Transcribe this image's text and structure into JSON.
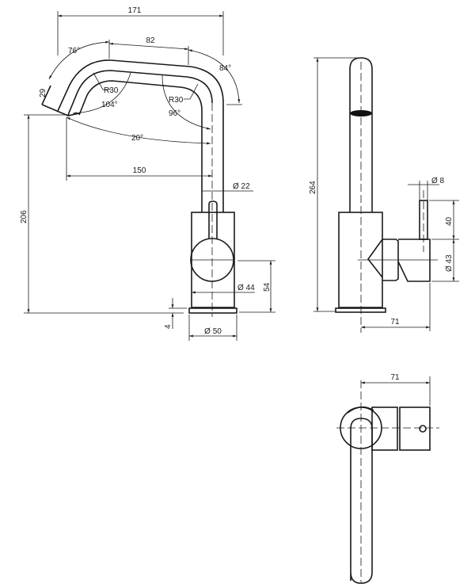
{
  "front_view": {
    "dim_overall_width": "171",
    "dim_top_straight": "82",
    "angle_left_bend": "76°",
    "angle_right_bend": "84°",
    "dim_spout_end": "29",
    "radius_left": "R30",
    "radius_right": "R30",
    "angle_inner_left": "104°",
    "angle_inner_right": "96°",
    "angle_spout": "20°",
    "dim_reach": "150",
    "dim_tube_diameter": "Ø 22",
    "dim_height": "206",
    "dim_body_diameter": "Ø 44",
    "dim_handle_height": "54",
    "dim_base_thickness": "4",
    "dim_base_diameter": "Ø 50"
  },
  "side_view": {
    "dim_total_height": "264",
    "dim_lever_diameter": "Ø 8",
    "dim_lever_length": "40",
    "dim_handle_diameter": "Ø 43",
    "dim_handle_reach": "71"
  },
  "top_view": {
    "dim_handle_reach": "71"
  },
  "colors": {
    "line": "#1a1a1a",
    "background": "#ffffff"
  }
}
